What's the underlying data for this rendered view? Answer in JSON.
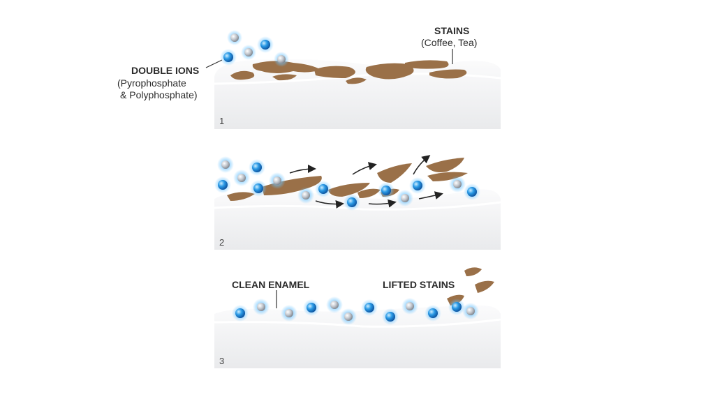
{
  "panel1": {
    "step": "1",
    "ions_title": "DOUBLE IONS",
    "ions_sub1": "(Pyrophosphate",
    "ions_sub2": "& Polyphosphate)",
    "stains_title": "STAINS",
    "stains_sub": "(Coffee, Tea)"
  },
  "panel2": {
    "step": "2"
  },
  "panel3": {
    "step": "3",
    "clean_label": "CLEAN ENAMEL",
    "lifted_label": "LIFTED STAINS"
  },
  "colors": {
    "stain": "#9a7048",
    "ion_blue": "#1e88d8",
    "ion_silver": "#c8ccd2",
    "enamel": "#f1f2f4"
  }
}
